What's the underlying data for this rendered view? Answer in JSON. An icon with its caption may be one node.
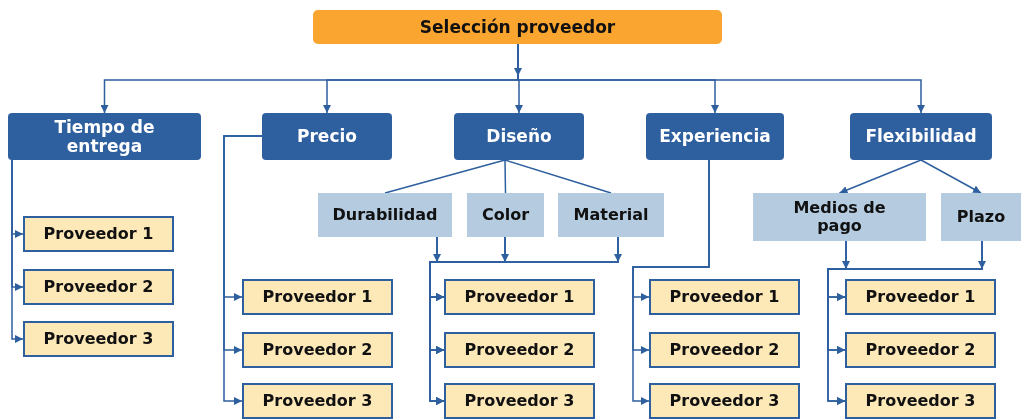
{
  "diagram": {
    "nodes": [
      {
        "text": [
          "Selección proveedor"
        ]
      },
      {
        "text": [
          "Tiempo de entrega"
        ]
      },
      {
        "text": [
          "Precio"
        ]
      },
      {
        "text": [
          "Diseño"
        ]
      },
      {
        "text": [
          "Experiencia"
        ]
      },
      {
        "text": [
          "Flexibilidad"
        ]
      },
      {
        "text": [
          "Durabilidad"
        ]
      },
      {
        "text": [
          "Color"
        ]
      },
      {
        "text": [
          "Material"
        ]
      },
      {
        "text": [
          "Medios de pago"
        ]
      },
      {
        "text": [
          "Plazo"
        ]
      },
      {
        "text": [
          "Proveedor 1"
        ]
      },
      {
        "text": [
          "Proveedor 2"
        ]
      },
      {
        "text": [
          "Proveedor 3"
        ]
      },
      {
        "text": [
          "Proveedor 1"
        ]
      },
      {
        "text": [
          "Proveedor 2"
        ]
      },
      {
        "text": [
          "Proveedor 3"
        ]
      },
      {
        "text": [
          "Proveedor 1"
        ]
      },
      {
        "text": [
          "Proveedor 2"
        ]
      },
      {
        "text": [
          "Proveedor 3"
        ]
      },
      {
        "text": [
          "Proveedor 1"
        ]
      },
      {
        "text": [
          "Proveedor 2"
        ]
      },
      {
        "text": [
          "Proveedor 3"
        ]
      },
      {
        "text": [
          "Proveedor 1"
        ]
      },
      {
        "text": [
          "Proveedor 2"
        ]
      },
      {
        "text": [
          "Proveedor 3"
        ]
      }
    ],
    "edges": [
      {
        "from": 0,
        "to": 1,
        "arrow": "to"
      },
      {
        "from": 0,
        "to": 2,
        "arrow": "to"
      },
      {
        "from": 0,
        "to": 3,
        "arrow": "to"
      },
      {
        "from": 0,
        "to": 4,
        "arrow": "to"
      },
      {
        "from": 0,
        "to": 5,
        "arrow": "to"
      },
      {
        "from": 1,
        "to": 11,
        "arrow": "to"
      },
      {
        "from": 1,
        "to": 12,
        "arrow": "to"
      },
      {
        "from": 1,
        "to": 13,
        "arrow": "to"
      },
      {
        "from": 2,
        "to": 14,
        "arrow": "to"
      },
      {
        "from": 2,
        "to": 15,
        "arrow": "to"
      },
      {
        "from": 2,
        "to": 16,
        "arrow": "to"
      },
      {
        "from": 3,
        "to": 6,
        "arrow": "none"
      },
      {
        "from": 3,
        "to": 7,
        "arrow": "none"
      },
      {
        "from": 3,
        "to": 8,
        "arrow": "none"
      },
      {
        "from": 6,
        "to": 17,
        "arrow": "to"
      },
      {
        "from": 6,
        "to": 18,
        "arrow": "to"
      },
      {
        "from": 6,
        "to": 19,
        "arrow": "to"
      },
      {
        "from": 7,
        "to": 17,
        "arrow": "to"
      },
      {
        "from": 7,
        "to": 18,
        "arrow": "to"
      },
      {
        "from": 7,
        "to": 19,
        "arrow": "to"
      },
      {
        "from": 8,
        "to": 17,
        "arrow": "to"
      },
      {
        "from": 8,
        "to": 18,
        "arrow": "to"
      },
      {
        "from": 8,
        "to": 19,
        "arrow": "to"
      },
      {
        "from": 4,
        "to": 20,
        "arrow": "to"
      },
      {
        "from": 4,
        "to": 21,
        "arrow": "to"
      },
      {
        "from": 4,
        "to": 22,
        "arrow": "to"
      },
      {
        "from": 5,
        "to": 9,
        "arrow": "to"
      },
      {
        "from": 5,
        "to": 10,
        "arrow": "to"
      },
      {
        "from": 9,
        "to": 23,
        "arrow": "to"
      },
      {
        "from": 9,
        "to": 24,
        "arrow": "to"
      },
      {
        "from": 9,
        "to": 25,
        "arrow": "to"
      },
      {
        "from": 10,
        "to": 23,
        "arrow": "to"
      },
      {
        "from": 10,
        "to": 24,
        "arrow": "to"
      },
      {
        "from": 10,
        "to": 25,
        "arrow": "to"
      }
    ]
  }
}
